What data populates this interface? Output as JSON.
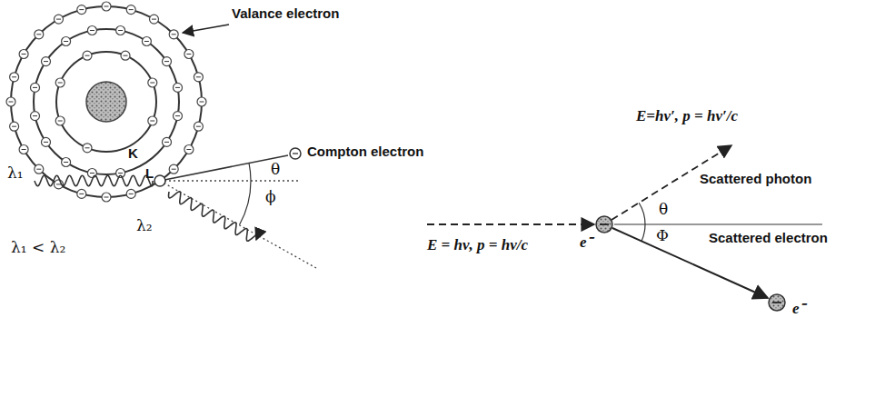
{
  "diagram": {
    "labels": [
      "Valance electron",
      "K",
      "L",
      "Compton electron",
      "θ",
      "ϕ",
      "λ₁",
      "λ₂",
      "λ₁ < λ₂",
      "E=hν′, p = hν′/c",
      "Scattered photon",
      "θ",
      "E = hν, p = hν/c",
      "e⁻",
      "Φ",
      "Scattered electron",
      "e⁻"
    ]
  }
}
